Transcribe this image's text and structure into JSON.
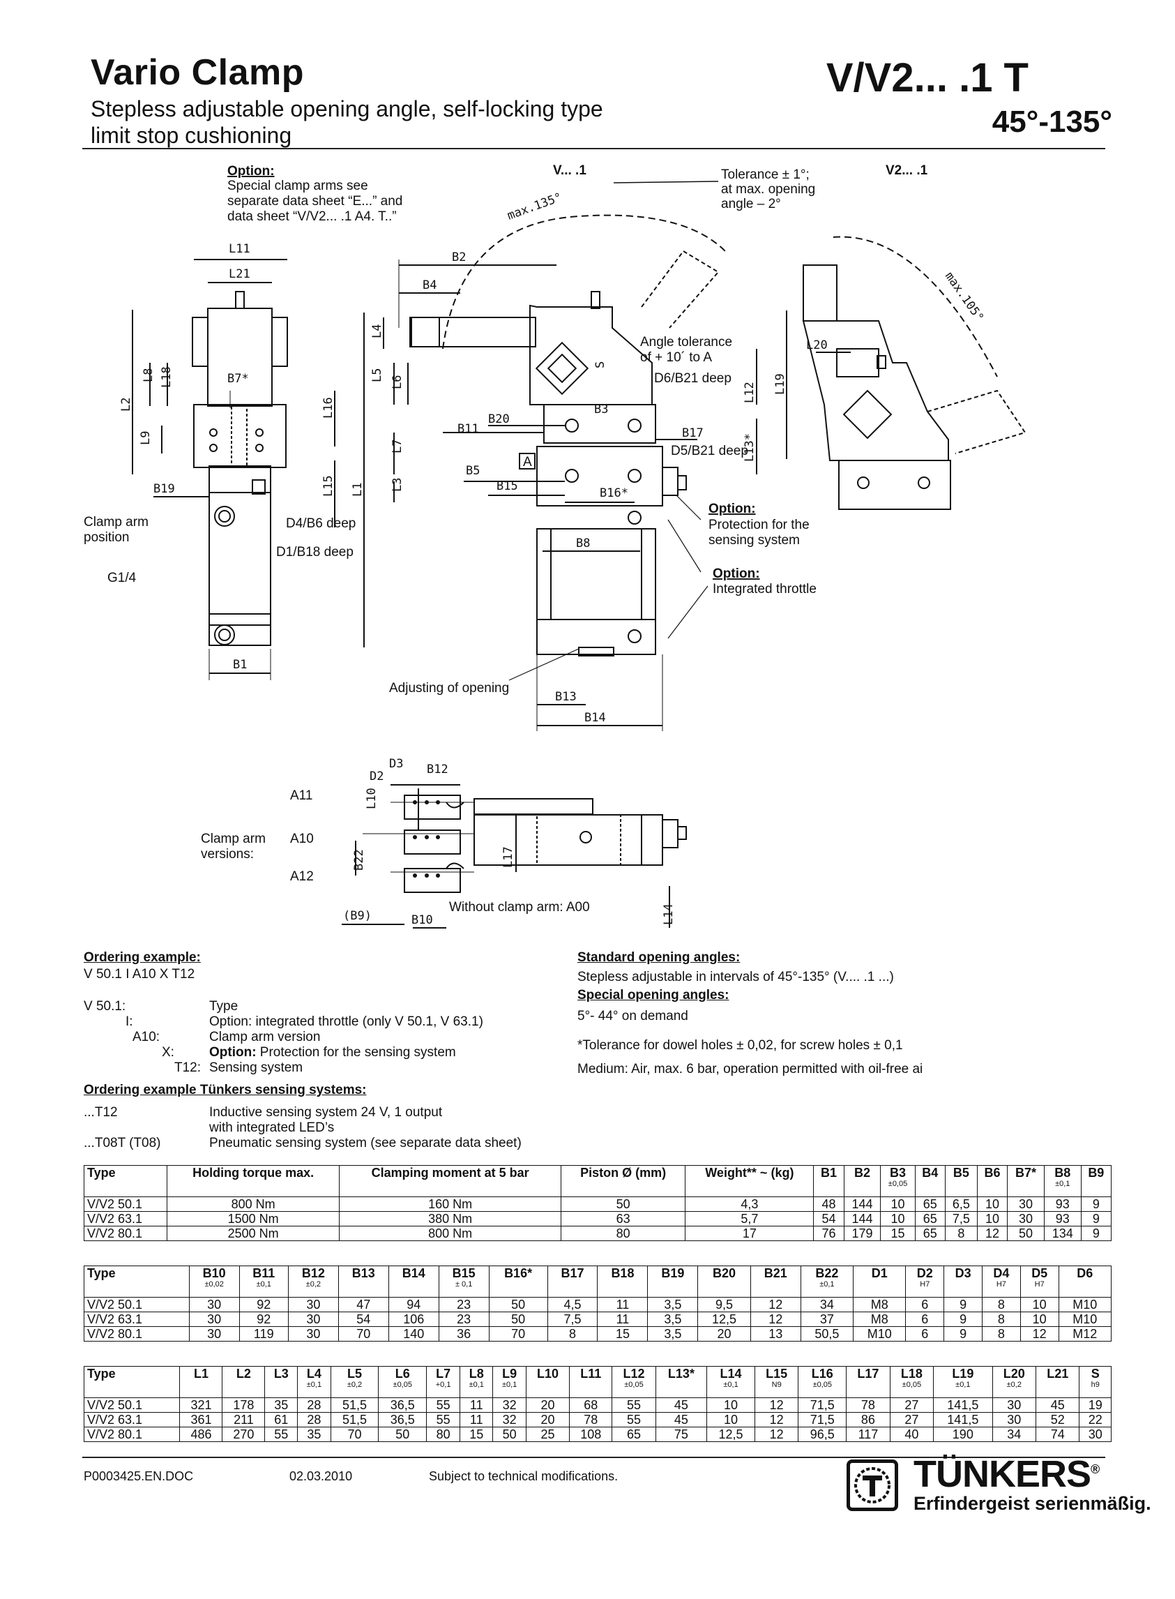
{
  "header": {
    "title": "Vario Clamp",
    "subtitle_1": "Stepless adjustable opening angle, self-locking type",
    "subtitle_2": "limit stop cushioning",
    "model": "V/V2... .1 T",
    "angle_range": "45°-135°"
  },
  "drawing": {
    "option_heading": "Option:",
    "option_lines": [
      "Special clamp arms see",
      "separate data sheet “E...” and",
      "data sheet “V/V2... .1 A4. T..”"
    ],
    "view_v": "V... .1",
    "view_v2": "V2... .1",
    "tolerance_lines": [
      "Tolerance ± 1°;",
      "at max. opening",
      "angle – 2°"
    ],
    "max135": "max.135°",
    "max105": "max.105°",
    "angle_tol_lines": [
      "Angle tolerance",
      "of + 10´ to A"
    ],
    "d6_b21": "D6/B21 deep",
    "d5_b21": "D5/B21 deep",
    "d4_b6": "D4/B6 deep",
    "d1_b18": "D1/B18 deep",
    "clamp_arm_position": [
      "Clamp arm",
      "position"
    ],
    "g14": "G1/4",
    "protection_heading": "Option:",
    "protection_lines": [
      "Protection for the",
      "sensing system"
    ],
    "throttle_heading": "Option:",
    "throttle_line": "Integrated throttle",
    "adjusting": "Adjusting of opening",
    "datum_a": "A",
    "dims": {
      "L11": "L11",
      "L21": "L21",
      "B7": "B7*",
      "L8": "L8",
      "L18": "L18",
      "L2": "L2",
      "L9": "L9",
      "L16": "L16",
      "L15": "L15",
      "L1": "L1",
      "B19": "B19",
      "B1": "B1",
      "B2": "B2",
      "B4": "B4",
      "L4": "L4",
      "L5": "L5",
      "L6": "L6",
      "L7": "L7",
      "L3": "L3",
      "S": "S",
      "B3": "B3",
      "B11": "B11",
      "B20": "B20",
      "B17": "B17",
      "B5": "B5",
      "B15": "B15",
      "B16": "B16*",
      "L12": "L12",
      "L13": "L13*",
      "B8": "B8",
      "B13": "B13",
      "B14": "B14",
      "L19": "L19",
      "L20": "L20"
    },
    "arm_versions_label": [
      "Clamp arm",
      "versions:"
    ],
    "arm_a11": "A11",
    "arm_a10": "A10",
    "arm_a12": "A12",
    "arm_dims": {
      "D3": "D3",
      "D2": "D2",
      "B12": "B12",
      "L10": "L10",
      "B22": "B22",
      "L17": "L17",
      "B9": "(B9)",
      "B10": "B10",
      "L14": "L14"
    },
    "without_arm": "Without clamp arm: A00"
  },
  "ordering": {
    "heading": "Ordering example:",
    "example": "V 50.1 I A10 X T12",
    "rows": [
      {
        "code": "V 50.1:",
        "desc": "Type"
      },
      {
        "code": "I:",
        "desc": "Option: integrated throttle (only V 50.1, V 63.1)"
      },
      {
        "code": "A10:",
        "desc": "Clamp arm version"
      },
      {
        "code": "X:",
        "bold": "Option:",
        "desc": " Protection for the sensing system"
      },
      {
        "code": "T12:",
        "desc": "Sensing system"
      }
    ],
    "sensing_heading": "Ordering example Tünkers sensing systems:",
    "sensing_rows": [
      {
        "code": "...T12",
        "desc": "Inductive sensing system 24 V, 1 output"
      },
      {
        "code": "",
        "desc": "with integrated LED’s"
      },
      {
        "code": "...T08T (T08)",
        "desc": "Pneumatic sensing system (see separate data sheet)"
      }
    ]
  },
  "angles": {
    "std_heading": "Standard opening angles:",
    "std_text": "Stepless adjustable in intervals of 45°-135° (V.... .1 ...)",
    "special_heading": "Special opening angles:",
    "special_text": "5°- 44° on demand",
    "tolerance_note": "*Tolerance for dowel holes ± 0,02, for screw holes ± 0,1",
    "medium_note": "Medium: Air, max. 6 bar, operation permitted with oil-free ai"
  },
  "table1": {
    "headers": [
      {
        "h": "Type"
      },
      {
        "h": "Holding torque max."
      },
      {
        "h": "Clamping moment at 5 bar"
      },
      {
        "h": "Piston Ø (mm)"
      },
      {
        "h": "Weight** ~ (kg)"
      },
      {
        "h": "B1"
      },
      {
        "h": "B2"
      },
      {
        "h": "B3",
        "t": "±0,05"
      },
      {
        "h": "B4"
      },
      {
        "h": "B5"
      },
      {
        "h": "B6"
      },
      {
        "h": "B7*"
      },
      {
        "h": "B8",
        "t": "±0,1"
      },
      {
        "h": "B9"
      }
    ],
    "rows": [
      [
        "V/V2 50.1",
        "800 Nm",
        "160 Nm",
        "50",
        "4,3",
        "48",
        "144",
        "10",
        "65",
        "6,5",
        "10",
        "30",
        "93",
        "9"
      ],
      [
        "V/V2 63.1",
        "1500 Nm",
        "380 Nm",
        "63",
        "5,7",
        "54",
        "144",
        "10",
        "65",
        "7,5",
        "10",
        "30",
        "93",
        "9"
      ],
      [
        "V/V2 80.1",
        "2500 Nm",
        "800 Nm",
        "80",
        "17",
        "76",
        "179",
        "15",
        "65",
        "8",
        "12",
        "50",
        "134",
        "9"
      ]
    ]
  },
  "table2": {
    "headers": [
      {
        "h": "Type"
      },
      {
        "h": "B10",
        "t": "±0,02"
      },
      {
        "h": "B11",
        "t": "±0,1"
      },
      {
        "h": "B12",
        "t": "±0,2"
      },
      {
        "h": "B13"
      },
      {
        "h": "B14"
      },
      {
        "h": "B15",
        "t": "± 0,1"
      },
      {
        "h": "B16*"
      },
      {
        "h": "B17"
      },
      {
        "h": "B18"
      },
      {
        "h": "B19"
      },
      {
        "h": "B20"
      },
      {
        "h": "B21"
      },
      {
        "h": "B22",
        "t": "±0,1"
      },
      {
        "h": "D1"
      },
      {
        "h": "D2",
        "t": "H7"
      },
      {
        "h": "D3"
      },
      {
        "h": "D4",
        "t": "H7"
      },
      {
        "h": "D5",
        "t": "H7"
      },
      {
        "h": "D6"
      }
    ],
    "rows": [
      [
        "V/V2 50.1",
        "30",
        "92",
        "30",
        "47",
        "94",
        "23",
        "50",
        "4,5",
        "11",
        "3,5",
        "9,5",
        "12",
        "34",
        "M8",
        "6",
        "9",
        "8",
        "10",
        "M10"
      ],
      [
        "V/V2 63.1",
        "30",
        "92",
        "30",
        "54",
        "106",
        "23",
        "50",
        "7,5",
        "11",
        "3,5",
        "12,5",
        "12",
        "37",
        "M8",
        "6",
        "9",
        "8",
        "10",
        "M10"
      ],
      [
        "V/V2 80.1",
        "30",
        "119",
        "30",
        "70",
        "140",
        "36",
        "70",
        "8",
        "15",
        "3,5",
        "20",
        "13",
        "50,5",
        "M10",
        "6",
        "9",
        "8",
        "12",
        "M12"
      ]
    ]
  },
  "table3": {
    "headers": [
      {
        "h": "Type"
      },
      {
        "h": "L1"
      },
      {
        "h": "L2"
      },
      {
        "h": "L3"
      },
      {
        "h": "L4",
        "t": "±0,1"
      },
      {
        "h": "L5",
        "t": "±0,2"
      },
      {
        "h": "L6",
        "t": "±0,05"
      },
      {
        "h": "L7",
        "t": "+0,1"
      },
      {
        "h": "L8",
        "t": "±0,1"
      },
      {
        "h": "L9",
        "t": "±0,1"
      },
      {
        "h": "L10"
      },
      {
        "h": "L11"
      },
      {
        "h": "L12",
        "t": "±0,05"
      },
      {
        "h": "L13*"
      },
      {
        "h": "L14",
        "t": "±0,1"
      },
      {
        "h": "L15",
        "t": "N9"
      },
      {
        "h": "L16",
        "t": "±0,05"
      },
      {
        "h": "L17"
      },
      {
        "h": "L18",
        "t": "±0,05"
      },
      {
        "h": "L19",
        "t": "±0,1"
      },
      {
        "h": "L20",
        "t": "±0,2"
      },
      {
        "h": "L21"
      },
      {
        "h": "S",
        "t": "h9"
      }
    ],
    "rows": [
      [
        "V/V2 50.1",
        "321",
        "178",
        "35",
        "28",
        "51,5",
        "36,5",
        "55",
        "11",
        "32",
        "20",
        "68",
        "55",
        "45",
        "10",
        "12",
        "71,5",
        "78",
        "27",
        "141,5",
        "30",
        "45",
        "19"
      ],
      [
        "V/V2 63.1",
        "361",
        "211",
        "61",
        "28",
        "51,5",
        "36,5",
        "55",
        "11",
        "32",
        "20",
        "78",
        "55",
        "45",
        "10",
        "12",
        "71,5",
        "86",
        "27",
        "141,5",
        "30",
        "52",
        "22"
      ],
      [
        "V/V2 80.1",
        "486",
        "270",
        "55",
        "35",
        "70",
        "50",
        "80",
        "15",
        "50",
        "25",
        "108",
        "65",
        "75",
        "12,5",
        "12",
        "96,5",
        "117",
        "40",
        "190",
        "34",
        "74",
        "30"
      ]
    ]
  },
  "footer": {
    "doc_id": "P0003425.EN.DOC",
    "date": "02.03.2010",
    "note": "Subject to technical modifications.",
    "brand": "TÜNKERS",
    "registered": "®",
    "slogan": "Erfindergeist serienmäßig."
  }
}
